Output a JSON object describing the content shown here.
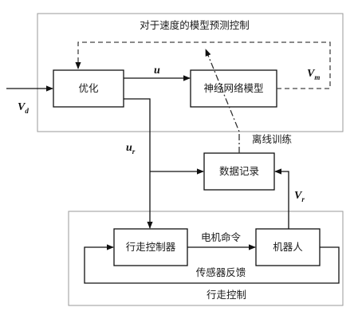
{
  "diagram": {
    "group_top_label": "对于速度的模型预测控制",
    "group_bottom_label": "行走控制",
    "blocks": {
      "optimizer": "优化",
      "nn_model": "神经网络模型",
      "data_recorder": "数据记录",
      "walk_controller": "行走控制器",
      "robot": "机器人"
    },
    "edge_labels": {
      "offline_training": "离线训练",
      "motor_command": "电机命令",
      "sensor_feedback": "传感器反馈"
    },
    "signals": {
      "v_d": {
        "main": "V",
        "sub": "d"
      },
      "u": {
        "main": "u",
        "sub": ""
      },
      "u_r": {
        "main": "u",
        "sub": "r"
      },
      "v_m": {
        "main": "V",
        "sub": "m"
      },
      "v_r": {
        "main": "V",
        "sub": "r"
      }
    }
  }
}
